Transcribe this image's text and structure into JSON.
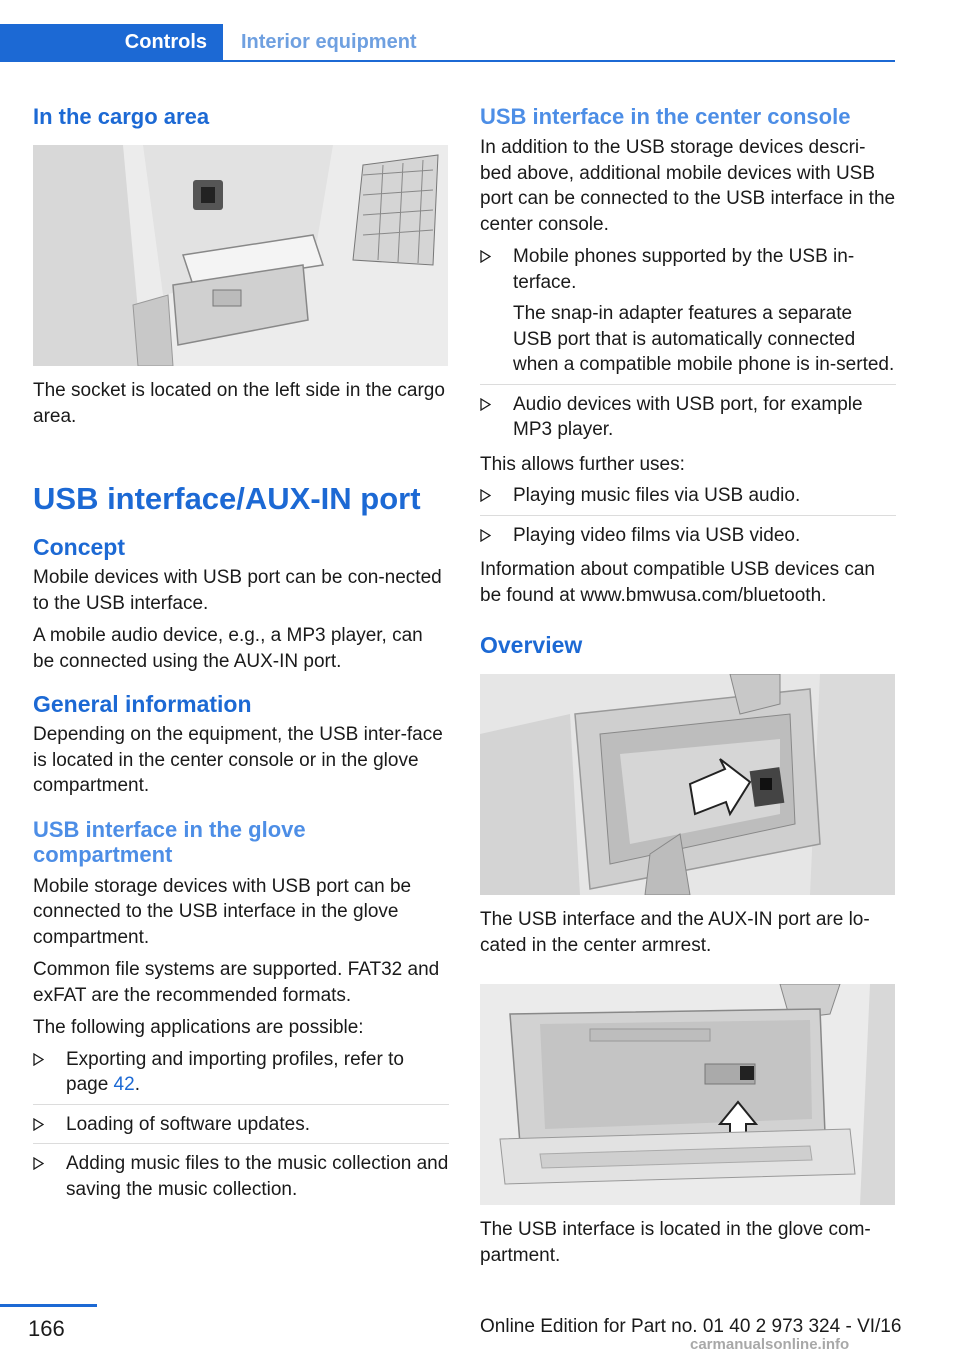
{
  "header": {
    "active_tab": "Controls",
    "inactive_tab": "Interior equipment"
  },
  "left": {
    "cargo_heading": "In the cargo area",
    "cargo_caption": "The socket is located on the left side in the cargo area.",
    "main_heading": "USB interface/AUX-IN port",
    "concept_heading": "Concept",
    "concept_p1": "Mobile devices with USB port can be con-nected to the USB interface.",
    "concept_p2": "A mobile audio device, e.g., a MP3 player, can be connected using the AUX-IN port.",
    "general_heading": "General information",
    "general_p1": "Depending on the equipment, the USB inter-face is located in the center console or in the glove compartment.",
    "glove_heading": "USB interface in the glove compartment",
    "glove_p1": "Mobile storage devices with USB port can be connected to the USB interface in the glove compartment.",
    "glove_p2": "Common file systems are supported. FAT32 and exFAT are the recommended formats.",
    "glove_p3": "The following applications are possible:",
    "bullet1_pre": "Exporting and importing profiles, refer to page ",
    "bullet1_link": "42",
    "bullet1_post": ".",
    "bullet2": "Loading of software updates.",
    "bullet3": "Adding music files to the music collection and saving the music collection."
  },
  "right": {
    "console_heading": "USB interface in the center console",
    "console_p1": "In addition to the USB storage devices descri-bed above, additional mobile devices with USB port can be connected to the USB interface in the center console.",
    "bullet1": "Mobile phones supported by the USB in-terface.",
    "bullet1_sub": "The snap-in adapter features a separate USB port that is automatically connected when a compatible mobile phone is in-serted.",
    "bullet2": "Audio devices with USB port, for example MP3 player.",
    "uses_intro": "This allows further uses:",
    "use1": "Playing music files via USB audio.",
    "use2": "Playing video films via USB video.",
    "info_p": "Information about compatible USB devices can be found at www.bmwusa.com/bluetooth.",
    "overview_heading": "Overview",
    "armrest_caption": "The USB interface and the AUX-IN port are lo-cated in the center armrest.",
    "glovebox_caption": "The USB interface is located in the glove com-partment."
  },
  "footer": {
    "page_number": "166",
    "edition": "Online Edition for Part no. 01 40 2 973 324 - VI/16",
    "watermark": "carmanualsonline.info"
  },
  "colors": {
    "accent": "#1c69d4"
  }
}
